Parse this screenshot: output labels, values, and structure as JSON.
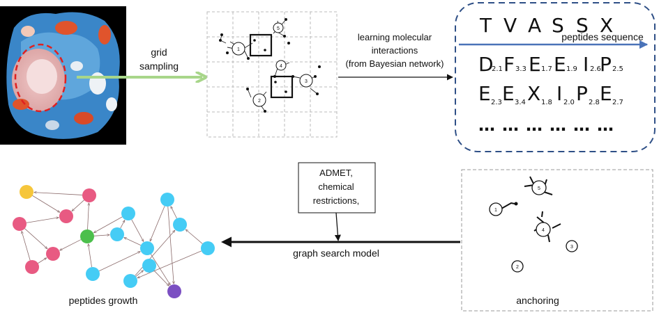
{
  "labels": {
    "grid_sampling": [
      "grid",
      "sampling"
    ],
    "learning": [
      "learning molecular",
      "interactions",
      "(from Bayesian network)"
    ],
    "peptides_sequence": "peptides sequence",
    "constraints": [
      "ADMET,",
      "chemical",
      "restrictions,"
    ],
    "graph_search": "graph search model",
    "peptides_growth": "peptides growth",
    "anchoring": "anchoring"
  },
  "sequence": {
    "row1": [
      "T",
      "V",
      "A",
      "S",
      "S",
      "X"
    ],
    "row2": [
      {
        "letter": "D",
        "sub": "2.1"
      },
      {
        "letter": "F",
        "sub": "3.3"
      },
      {
        "letter": "E",
        "sub": "1.7"
      },
      {
        "letter": "E",
        "sub": "1.9"
      },
      {
        "letter": "I",
        "sub": "2.6"
      },
      {
        "letter": "P",
        "sub": "2.5"
      }
    ],
    "row3": [
      {
        "letter": "E",
        "sub": "2.3"
      },
      {
        "letter": "E",
        "sub": "3.4"
      },
      {
        "letter": "X",
        "sub": "1.8"
      },
      {
        "letter": "I",
        "sub": "2.0"
      },
      {
        "letter": "P",
        "sub": "2.8"
      },
      {
        "letter": "E",
        "sub": "2.7"
      }
    ],
    "row4": [
      "…",
      "…",
      "…",
      "…",
      "…",
      "…"
    ]
  },
  "grid_anchors": [
    "1",
    "2",
    "3",
    "4",
    "5"
  ],
  "anchoring_anchors": [
    "1",
    "2",
    "3",
    "4",
    "5"
  ],
  "colors": {
    "pink": "#e85a82",
    "cyan": "#45ccf5",
    "green": "#4cbf4c",
    "yellow": "#f6c63b",
    "purple": "#7b4fc2",
    "arrow_green": "#a8d68a",
    "arrow_blue": "#4a73b8",
    "dashed_box": "#2e4f86"
  },
  "graph": {
    "nodes": [
      {
        "id": "y1",
        "color": "yellow"
      },
      {
        "id": "p1",
        "color": "pink"
      },
      {
        "id": "p2",
        "color": "pink"
      },
      {
        "id": "p3",
        "color": "pink"
      },
      {
        "id": "p4",
        "color": "pink"
      },
      {
        "id": "p5",
        "color": "pink"
      },
      {
        "id": "g1",
        "color": "green"
      },
      {
        "id": "c1",
        "color": "cyan"
      },
      {
        "id": "c2",
        "color": "cyan"
      },
      {
        "id": "c3",
        "color": "cyan"
      },
      {
        "id": "c4",
        "color": "cyan"
      },
      {
        "id": "c5",
        "color": "cyan"
      },
      {
        "id": "c6",
        "color": "cyan"
      },
      {
        "id": "c7",
        "color": "cyan"
      },
      {
        "id": "c8",
        "color": "cyan"
      },
      {
        "id": "c9",
        "color": "cyan"
      },
      {
        "id": "v1",
        "color": "purple"
      }
    ],
    "edges": [
      [
        "p1",
        "y1"
      ],
      [
        "p1",
        "p2"
      ],
      [
        "y1",
        "p2"
      ],
      [
        "p3",
        "p2"
      ],
      [
        "p3",
        "p4"
      ],
      [
        "p5",
        "p4"
      ],
      [
        "p5",
        "p3"
      ],
      [
        "g1",
        "p1"
      ],
      [
        "g1",
        "p4"
      ],
      [
        "g1",
        "c1"
      ],
      [
        "c1",
        "c2"
      ],
      [
        "c2",
        "c3"
      ],
      [
        "c3",
        "c1"
      ],
      [
        "c2",
        "g1"
      ],
      [
        "c4",
        "g1"
      ],
      [
        "c4",
        "c3"
      ],
      [
        "c5",
        "c3"
      ],
      [
        "c6",
        "c7"
      ],
      [
        "c7",
        "c5"
      ],
      [
        "c8",
        "c7"
      ],
      [
        "c5",
        "v1"
      ],
      [
        "c3",
        "v1"
      ],
      [
        "c9",
        "v1"
      ],
      [
        "c8",
        "c9"
      ],
      [
        "c6",
        "c8"
      ]
    ]
  }
}
